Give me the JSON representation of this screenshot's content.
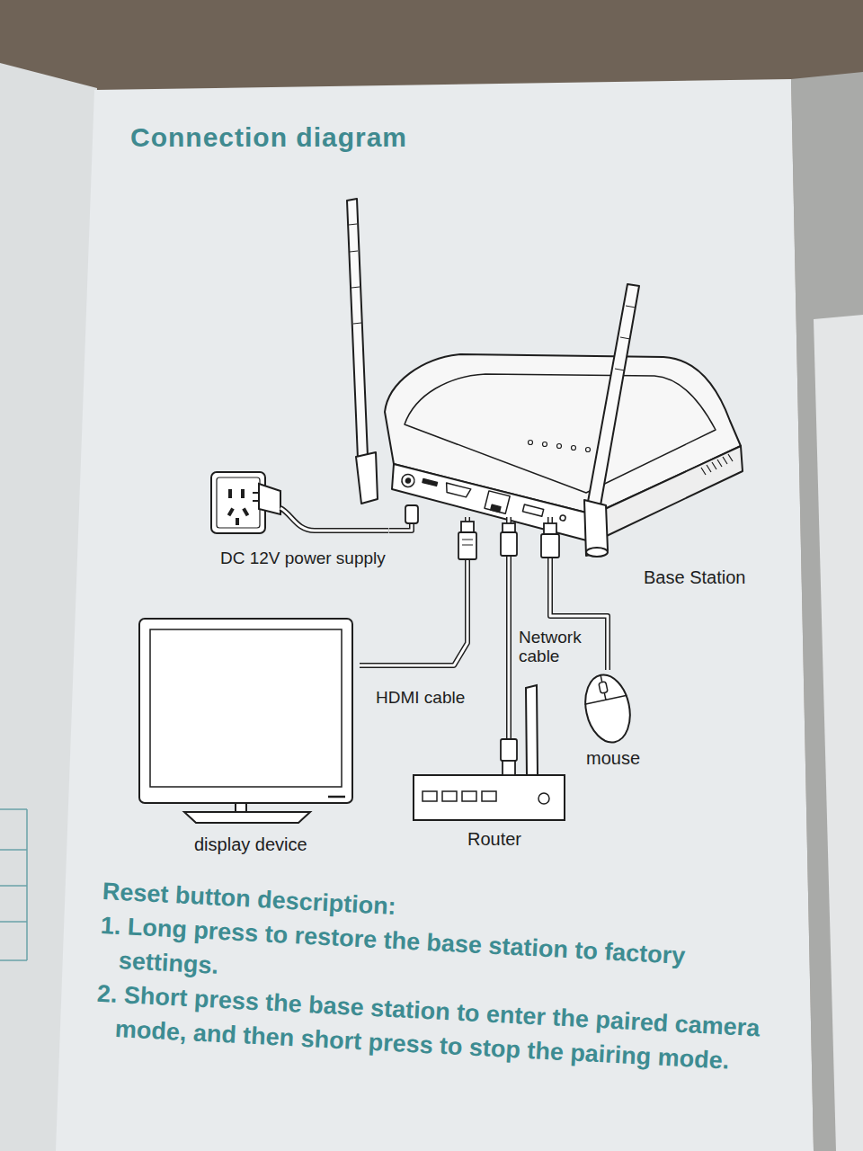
{
  "diagram": {
    "title": "Connection diagram",
    "nodes": [
      {
        "text": [
          "DC 12V power supply"
        ]
      },
      {
        "text": [
          "Base Station"
        ]
      },
      {
        "text": [
          "display device"
        ]
      },
      {
        "text": [
          "Router"
        ]
      },
      {
        "text": [
          "mouse"
        ]
      }
    ],
    "edges": [
      {
        "from": 0,
        "to": 1,
        "arrow": "none"
      },
      {
        "from": 1,
        "to": 2,
        "label": "HDMI cable",
        "arrow": "none"
      },
      {
        "from": 1,
        "to": 3,
        "label": "Network cable",
        "arrow": "none"
      },
      {
        "from": 1,
        "to": 4,
        "arrow": "none"
      }
    ],
    "labels": [
      "Reset button description:",
      "1. Long press to restore the base station to factory settings.",
      "2. Short press the base station to enter the paired camera mode, and then short press to stop the pairing mode."
    ]
  }
}
